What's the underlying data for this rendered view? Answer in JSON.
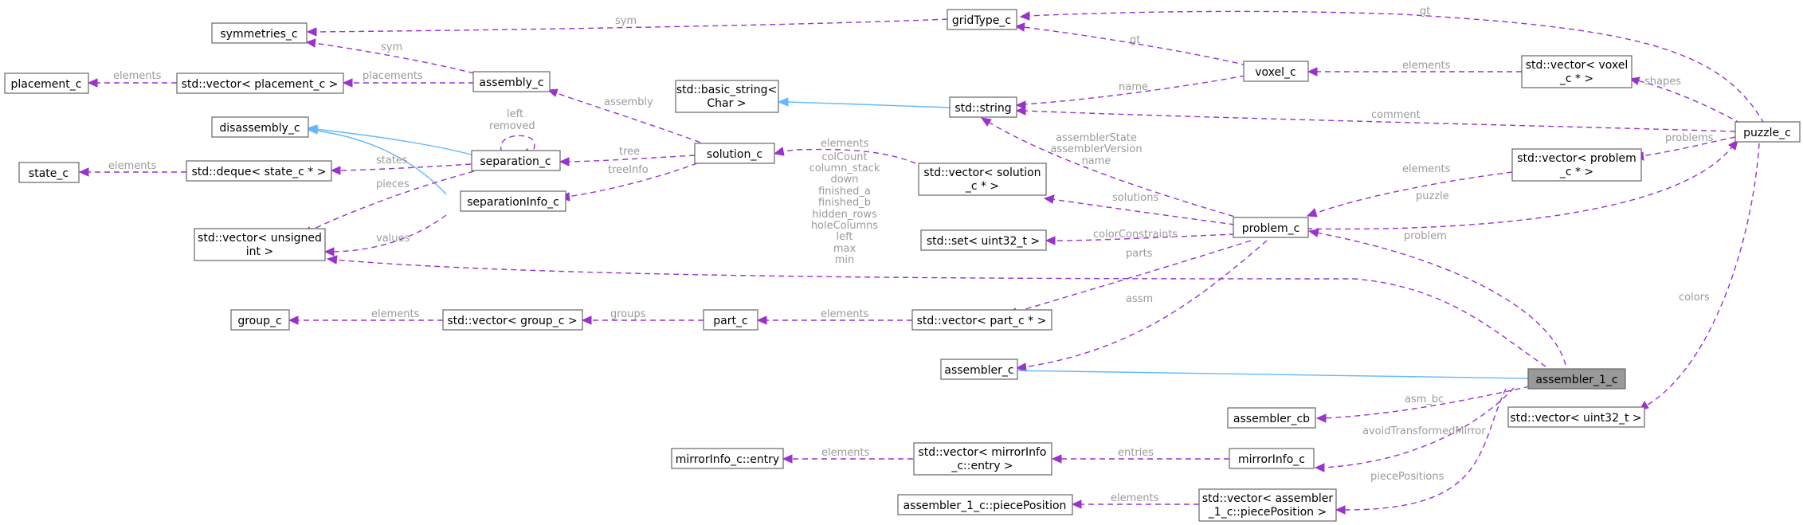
{
  "nodes": {
    "symmetries_c": "symmetries_c",
    "placement_c": "placement_c",
    "vector_placement": "std::vector< placement_c >",
    "assembly_c": "assembly_c",
    "disassembly_c": "disassembly_c",
    "state_c": "state_c",
    "deque_state": "std::deque< state_c * >",
    "separation_c": "separation_c",
    "separationInfo_c": "separationInfo_c",
    "vector_unsigned": [
      "std::vector< unsigned",
      "int >"
    ],
    "group_c": "group_c",
    "vector_group": "std::vector< group_c >",
    "part_c": "part_c",
    "basic_string": [
      "std::basic_string<",
      "Char >"
    ],
    "solution_c": "solution_c",
    "gridType_c": "gridType_c",
    "std_string": "std::string",
    "voxel_c": "voxel_c",
    "vector_voxel": [
      "std::vector< voxel",
      "_c * >"
    ],
    "vector_solution": [
      "std::vector< solution",
      "_c * >"
    ],
    "set_uint32": "std::set< uint32_t >",
    "problem_c": "problem_c",
    "vector_problem": [
      "std::vector< problem",
      "_c * >"
    ],
    "puzzle_c": "puzzle_c",
    "vector_part": "std::vector< part_c * >",
    "assembler_c": "assembler_c",
    "assembler_1_c": "assembler_1_c",
    "assembler_cb": "assembler_cb",
    "vector_uint32": "std::vector< uint32_t >",
    "mirrorInfo_entry": "mirrorInfo_c::entry",
    "vector_mirror_entry": [
      "std::vector< mirrorInfo",
      "_c::entry >"
    ],
    "mirrorInfo_c": "mirrorInfo_c",
    "piecePosition": "assembler_1_c::piecePosition",
    "vector_piecePosition": [
      "std::vector< assembler",
      "_1_c::piecePosition >"
    ]
  },
  "edge_labels": {
    "sym_grid": "sym",
    "gt_puzzle": "gt",
    "gt_voxel": "gt",
    "sym_assembly": "sym",
    "placements": "placements",
    "elements_placement": "elements",
    "assembly": "assembly",
    "elements_voxel": "elements",
    "name_voxel": "name",
    "shapes": "shapes",
    "left_removed": [
      "left",
      "removed"
    ],
    "comment": "comment",
    "states": "states",
    "tree": "tree",
    "elements_state": "elements",
    "elements_solution": "elements",
    "treeInfo": "treeInfo",
    "problems": "problems",
    "pieces": "pieces",
    "problem_string": [
      "assemblerState",
      "assemblerVersion",
      "name"
    ],
    "elements_problem": "elements",
    "assembler_multi": [
      "colCount",
      "column_stack",
      "down",
      "finished_a",
      "finished_b",
      "hidden_rows",
      "holeColumns",
      "left",
      "max",
      "min"
    ],
    "puzzle": "puzzle",
    "solutions": "solutions",
    "values": "values",
    "colorConstraints": "colorConstraints",
    "problem": "problem",
    "parts": "parts",
    "elements_group": "elements",
    "groups": "groups",
    "elements_part": "elements",
    "assm": "assm",
    "colors": "colors",
    "asm_bc": "asm_bc",
    "avoidTransformedMirror": "avoidTransformedMirror",
    "elements_mirror": "elements",
    "entries": "entries",
    "piecePositions": "piecePositions",
    "elements_piece": "elements"
  },
  "colors": {
    "usage_edge": "#9a32cd",
    "inherit_edge": "#63b8ff",
    "label_text": "#9a9a9a",
    "focus_fill": "#999999",
    "node_border": "#666666"
  }
}
